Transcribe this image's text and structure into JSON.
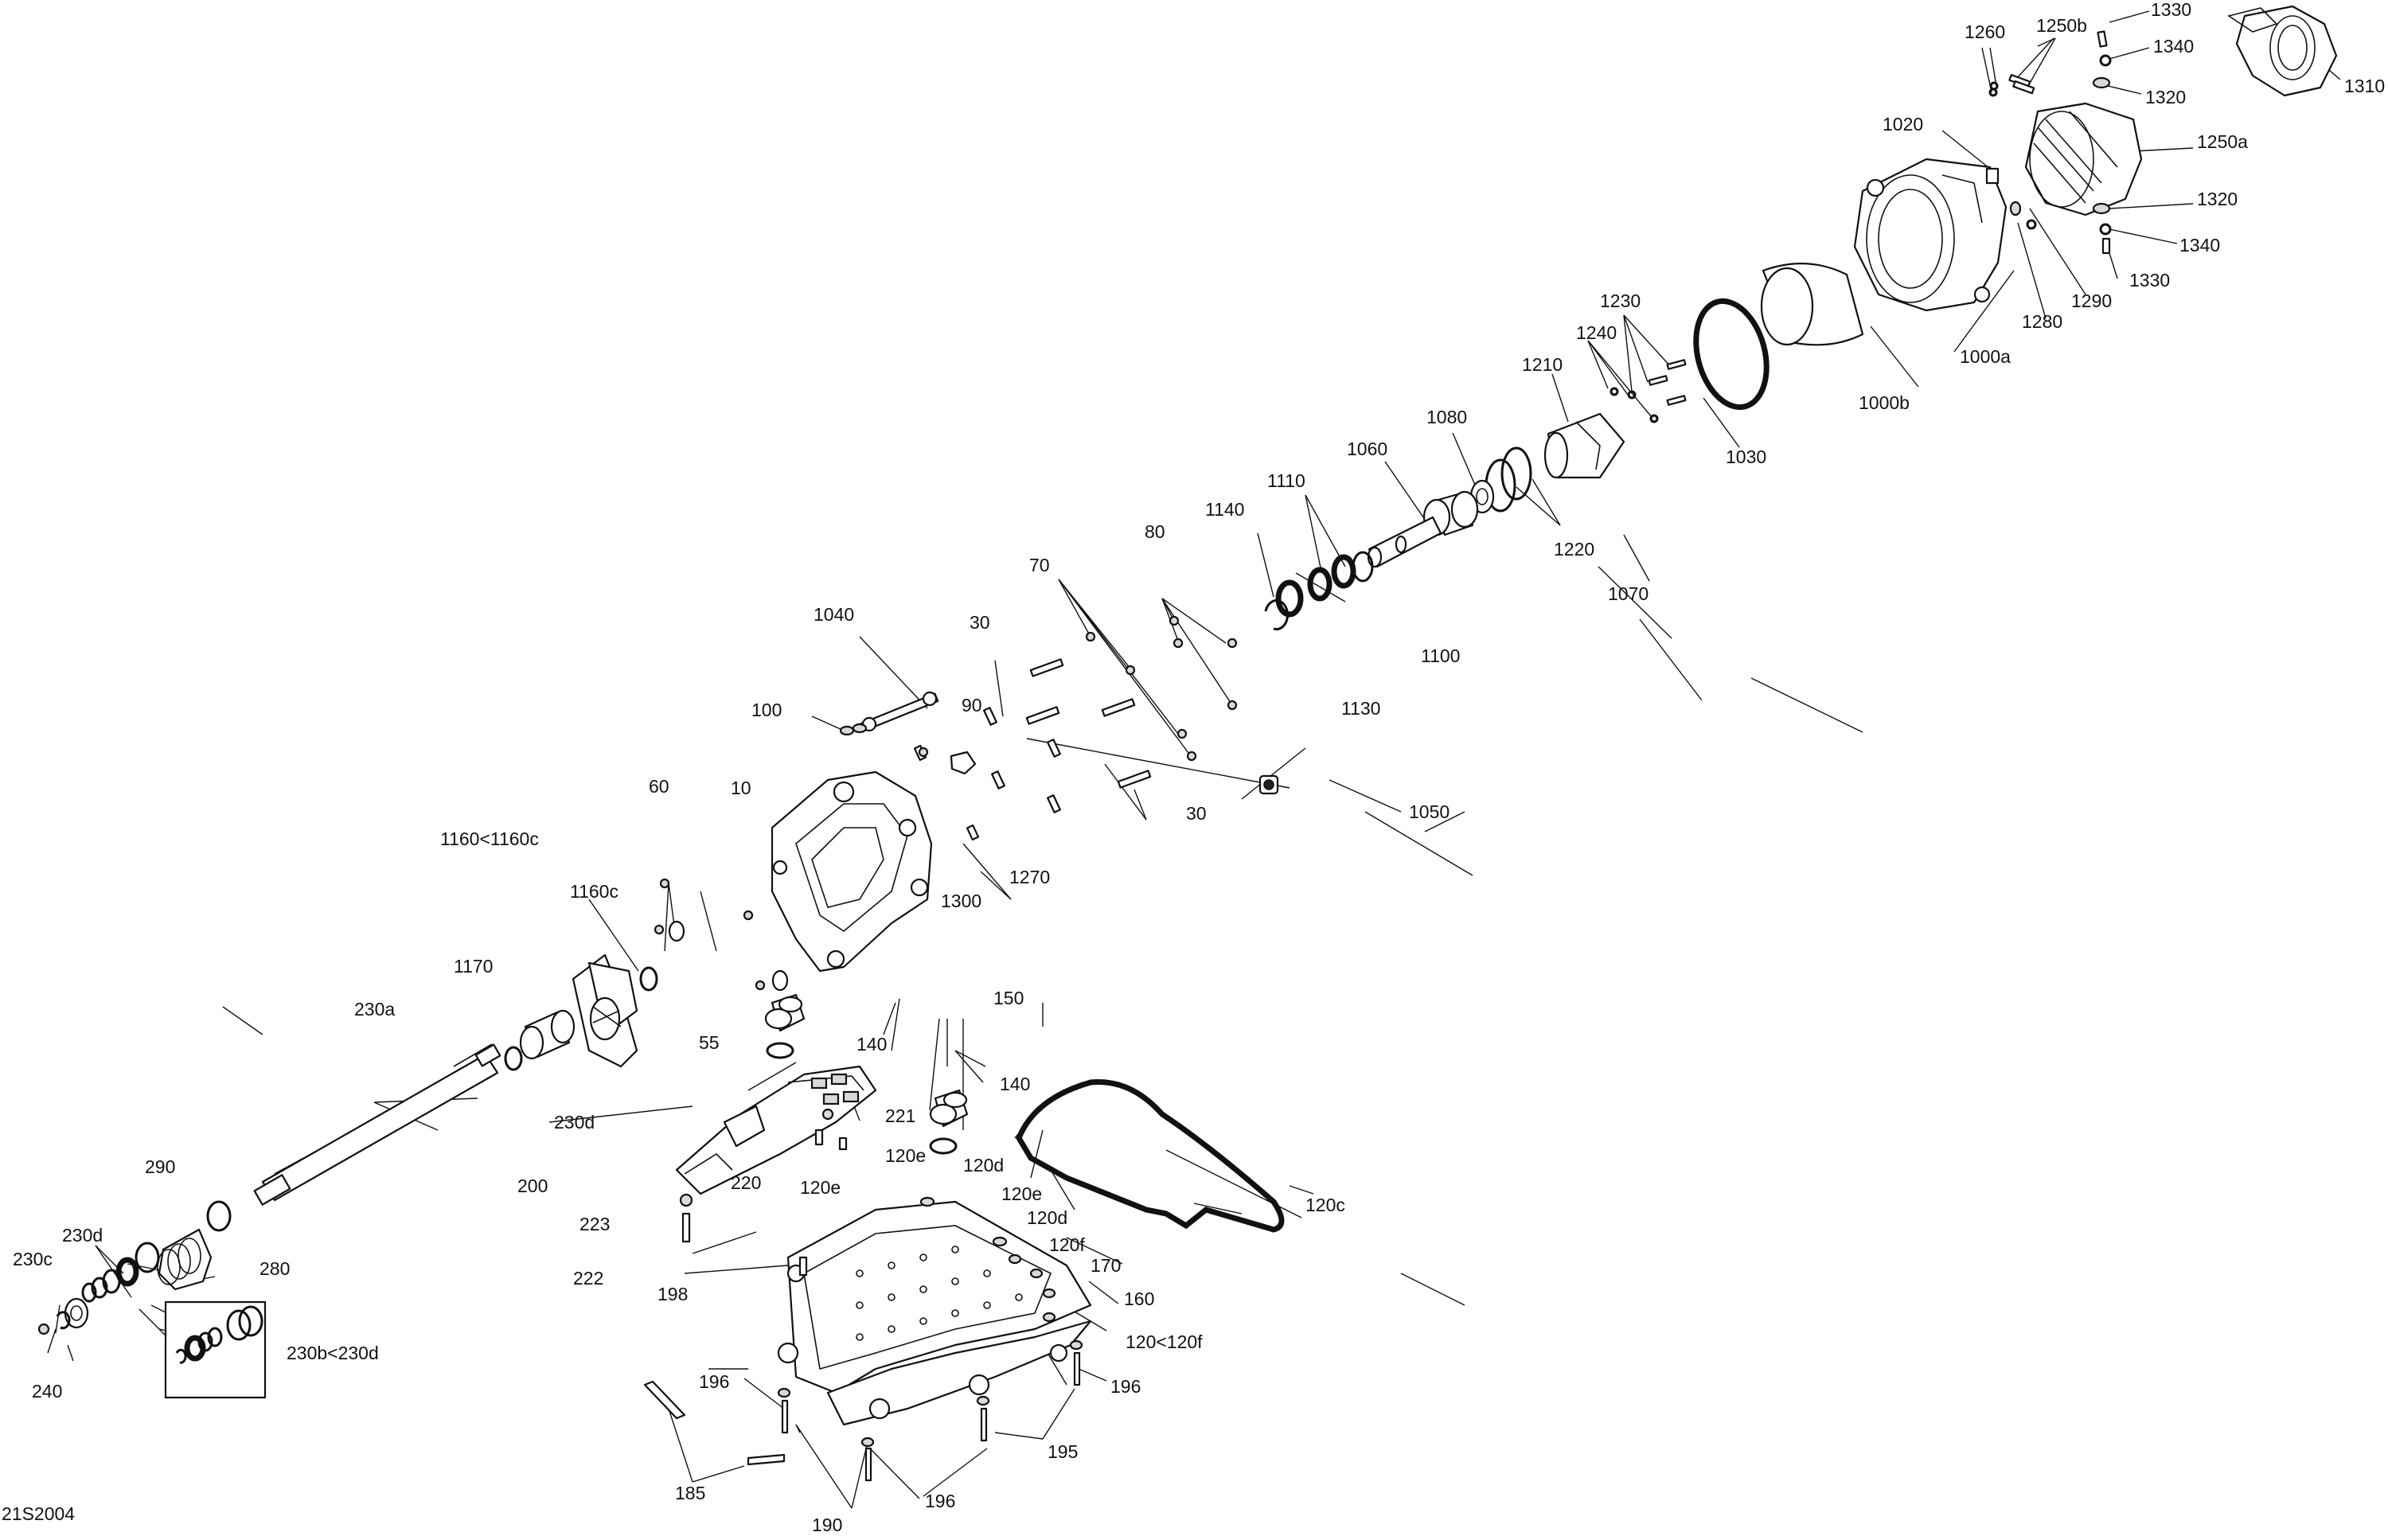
{
  "diagram": {
    "code": "21S2004",
    "labels": [
      {
        "id": "1330-top",
        "text": "1330"
      },
      {
        "id": "1260",
        "text": "1260"
      },
      {
        "id": "1250b",
        "text": "1250b"
      },
      {
        "id": "1340-top",
        "text": "1340"
      },
      {
        "id": "1310",
        "text": "1310"
      },
      {
        "id": "1320-top",
        "text": "1320"
      },
      {
        "id": "1020",
        "text": "1020"
      },
      {
        "id": "1250a",
        "text": "1250a"
      },
      {
        "id": "1320-mid",
        "text": "1320"
      },
      {
        "id": "1340-mid",
        "text": "1340"
      },
      {
        "id": "1330-mid",
        "text": "1330"
      },
      {
        "id": "1290",
        "text": "1290"
      },
      {
        "id": "1280",
        "text": "1280"
      },
      {
        "id": "1000a",
        "text": "1000a"
      },
      {
        "id": "1000b",
        "text": "1000b"
      },
      {
        "id": "1230",
        "text": "1230"
      },
      {
        "id": "1240",
        "text": "1240"
      },
      {
        "id": "1210",
        "text": "1210"
      },
      {
        "id": "1030",
        "text": "1030"
      },
      {
        "id": "1080",
        "text": "1080"
      },
      {
        "id": "1220",
        "text": "1220"
      },
      {
        "id": "1060",
        "text": "1060"
      },
      {
        "id": "1070",
        "text": "1070"
      },
      {
        "id": "1110",
        "text": "1110"
      },
      {
        "id": "1140",
        "text": "1140"
      },
      {
        "id": "1100",
        "text": "1100"
      },
      {
        "id": "1130",
        "text": "1130"
      },
      {
        "id": "80",
        "text": "80"
      },
      {
        "id": "70",
        "text": "70"
      },
      {
        "id": "1040",
        "text": "1040"
      },
      {
        "id": "30-top",
        "text": "30"
      },
      {
        "id": "100",
        "text": "100"
      },
      {
        "id": "90",
        "text": "90"
      },
      {
        "id": "30-bot",
        "text": "30"
      },
      {
        "id": "1050",
        "text": "1050"
      },
      {
        "id": "10",
        "text": "10"
      },
      {
        "id": "1270",
        "text": "1270"
      },
      {
        "id": "1300",
        "text": "1300"
      },
      {
        "id": "60",
        "text": "60"
      },
      {
        "id": "1160-1160c",
        "text": "1160<1160c"
      },
      {
        "id": "1160c",
        "text": "1160c"
      },
      {
        "id": "1170",
        "text": "1170"
      },
      {
        "id": "55",
        "text": "55"
      },
      {
        "id": "150",
        "text": "150"
      },
      {
        "id": "140-a",
        "text": "140"
      },
      {
        "id": "230a",
        "text": "230a"
      },
      {
        "id": "140-b",
        "text": "140"
      },
      {
        "id": "230d-mid",
        "text": "230d"
      },
      {
        "id": "221",
        "text": "221"
      },
      {
        "id": "120e-a",
        "text": "120e"
      },
      {
        "id": "220",
        "text": "220"
      },
      {
        "id": "120d-a",
        "text": "120d"
      },
      {
        "id": "120c",
        "text": "120c"
      },
      {
        "id": "200",
        "text": "200"
      },
      {
        "id": "120e-b",
        "text": "120e"
      },
      {
        "id": "120e-c",
        "text": "120e"
      },
      {
        "id": "290",
        "text": "290"
      },
      {
        "id": "120d-b",
        "text": "120d"
      },
      {
        "id": "223",
        "text": "223"
      },
      {
        "id": "230d-left",
        "text": "230d"
      },
      {
        "id": "280",
        "text": "280"
      },
      {
        "id": "222",
        "text": "222"
      },
      {
        "id": "120f",
        "text": "120f"
      },
      {
        "id": "170",
        "text": "170"
      },
      {
        "id": "230c",
        "text": "230c"
      },
      {
        "id": "198",
        "text": "198"
      },
      {
        "id": "160",
        "text": "160"
      },
      {
        "id": "230b-230d",
        "text": "230b<230d"
      },
      {
        "id": "120-120f",
        "text": "120<120f"
      },
      {
        "id": "240",
        "text": "240"
      },
      {
        "id": "196-a",
        "text": "196"
      },
      {
        "id": "196-b",
        "text": "196"
      },
      {
        "id": "195",
        "text": "195"
      },
      {
        "id": "185",
        "text": "185"
      },
      {
        "id": "196-c",
        "text": "196"
      },
      {
        "id": "190",
        "text": "190"
      }
    ]
  }
}
